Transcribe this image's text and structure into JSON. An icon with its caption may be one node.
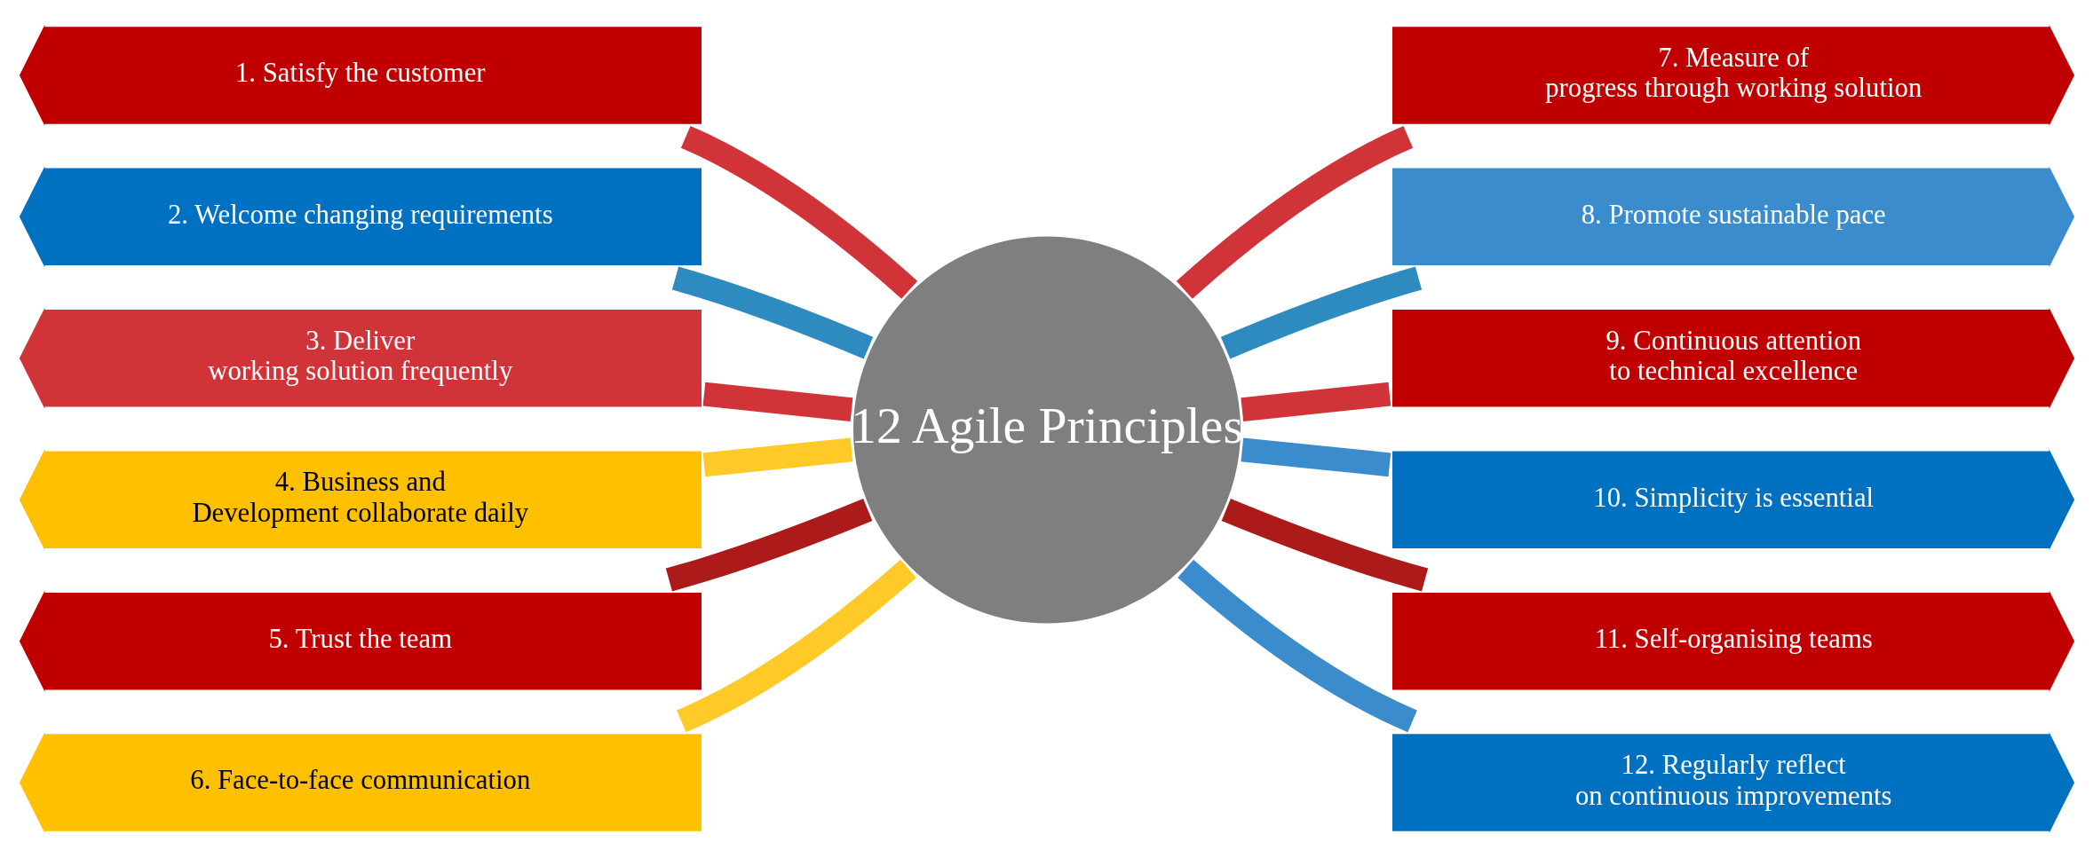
{
  "diagram": {
    "nodes": [
      {
        "text": [
          "12 Agile Principles"
        ]
      },
      {
        "text": [
          "1. Satisfy the customer"
        ]
      },
      {
        "text": [
          "2. Welcome changing requirements"
        ]
      },
      {
        "text": [
          "3. Deliver working solution frequently"
        ]
      },
      {
        "text": [
          "4. Business and Development collaborate daily"
        ]
      },
      {
        "text": [
          "5. Trust the team"
        ]
      },
      {
        "text": [
          "6. Face-to-face communication"
        ]
      },
      {
        "text": [
          "7. Measure of progress through working solution"
        ]
      },
      {
        "text": [
          "8. Promote sustainable pace"
        ]
      },
      {
        "text": [
          "9. Continuous attention to technical excellence"
        ]
      },
      {
        "text": [
          "10. Simplicity is essential"
        ]
      },
      {
        "text": [
          "11. Self-organising teams"
        ]
      },
      {
        "text": [
          "12. Regularly reflect on continuous improvements"
        ]
      }
    ],
    "edges": [
      {
        "from": 0,
        "to": 1,
        "arrow": "none"
      },
      {
        "from": 0,
        "to": 2,
        "arrow": "none",
        "color": "#2e8bc0"
      },
      {
        "from": 0,
        "to": 3,
        "arrow": "none"
      },
      {
        "from": 0,
        "to": 4,
        "arrow": "none",
        "color": "#ffca28"
      },
      {
        "from": 0,
        "to": 5,
        "arrow": "none",
        "color": "#ad1a1a"
      },
      {
        "from": 0,
        "to": 6,
        "arrow": "none",
        "color": "#ffca28"
      },
      {
        "from": 0,
        "to": 7,
        "arrow": "none"
      },
      {
        "from": 0,
        "to": 8,
        "arrow": "none",
        "color": "#2e8bc0"
      },
      {
        "from": 0,
        "to": 9,
        "arrow": "none"
      },
      {
        "from": 0,
        "to": 10,
        "arrow": "none",
        "color": "#3a8ccc"
      },
      {
        "from": 0,
        "to": 11,
        "arrow": "none",
        "color": "#ad1a1a"
      },
      {
        "from": 0,
        "to": 12,
        "arrow": "none",
        "color": "#3a8ccc"
      }
    ]
  }
}
